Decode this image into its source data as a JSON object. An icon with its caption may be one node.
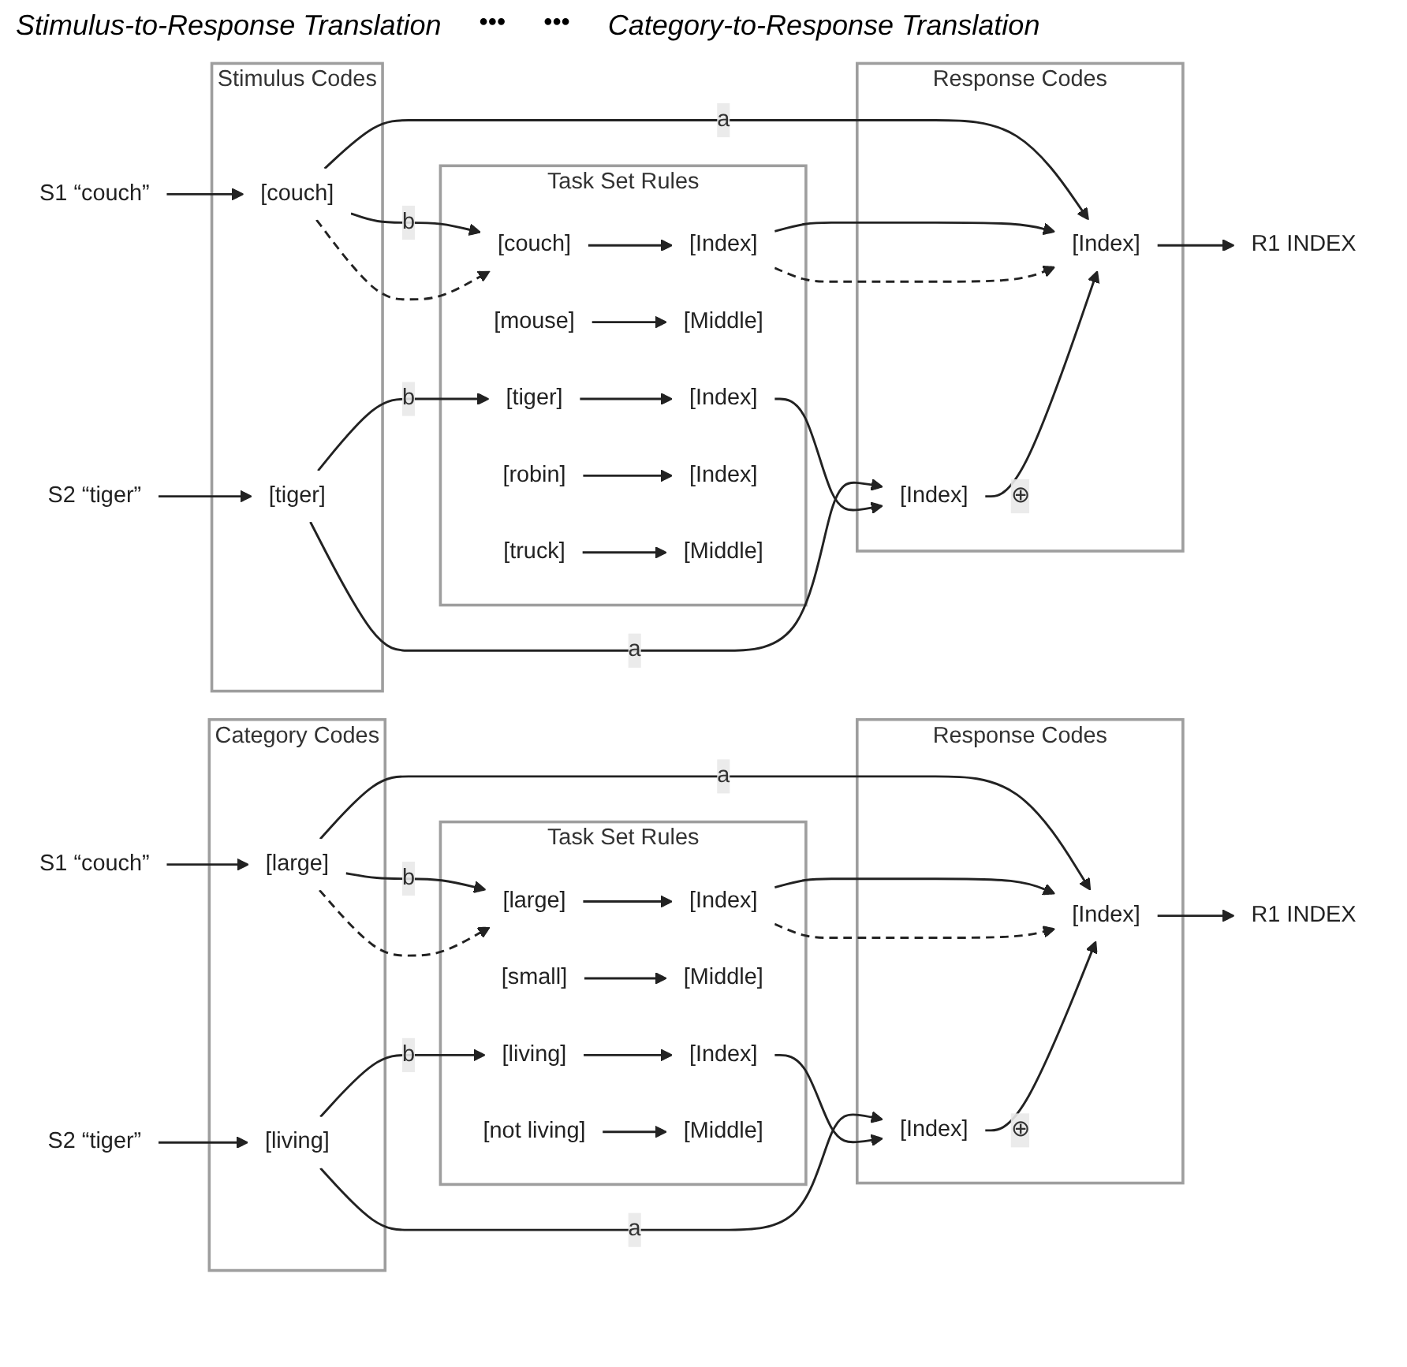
{
  "diagram": {
    "nodes": [
      {
        "text": [
          "S1 “couch”"
        ]
      },
      {
        "text": [
          "S2 “tiger”"
        ]
      },
      {
        "text": [
          "Stimulus Codes"
        ]
      },
      {
        "text": [
          "[couch]"
        ],
        "in": 2
      },
      {
        "text": [
          "[tiger]"
        ],
        "in": 2
      },
      {
        "text": [
          "Task Set Rules"
        ]
      },
      {
        "text": [
          "[couch]"
        ],
        "in": 5
      },
      {
        "text": [
          "[Index]"
        ],
        "in": 5
      },
      {
        "text": [
          "[mouse]"
        ],
        "in": 5
      },
      {
        "text": [
          "[Middle]"
        ],
        "in": 5
      },
      {
        "text": [
          "[tiger]"
        ],
        "in": 5
      },
      {
        "text": [
          "[Index]"
        ],
        "in": 5
      },
      {
        "text": [
          "[robin]"
        ],
        "in": 5
      },
      {
        "text": [
          "[Index]"
        ],
        "in": 5
      },
      {
        "text": [
          "[truck]"
        ],
        "in": 5
      },
      {
        "text": [
          "[Middle]"
        ],
        "in": 5
      },
      {
        "text": [
          "Response Codes"
        ]
      },
      {
        "text": [
          "[Index]"
        ],
        "in": 16
      },
      {
        "text": [
          "[Index]"
        ],
        "in": 16
      },
      {
        "text": [
          "R1 INDEX"
        ]
      },
      {
        "text": [
          "S1 “couch”"
        ]
      },
      {
        "text": [
          "S2 “tiger”"
        ]
      },
      {
        "text": [
          "Category Codes"
        ]
      },
      {
        "text": [
          "[large]"
        ],
        "in": 22
      },
      {
        "text": [
          "[living]"
        ],
        "in": 22
      },
      {
        "text": [
          "Task Set Rules"
        ]
      },
      {
        "text": [
          "[large]"
        ],
        "in": 25
      },
      {
        "text": [
          "[Index]"
        ],
        "in": 25
      },
      {
        "text": [
          "[small]"
        ],
        "in": 25
      },
      {
        "text": [
          "[Middle]"
        ],
        "in": 25
      },
      {
        "text": [
          "[living]"
        ],
        "in": 25
      },
      {
        "text": [
          "[Index]"
        ],
        "in": 25
      },
      {
        "text": [
          "[not living]"
        ],
        "in": 25
      },
      {
        "text": [
          "[Middle]"
        ],
        "in": 25
      },
      {
        "text": [
          "Response Codes"
        ]
      },
      {
        "text": [
          "[Index]"
        ],
        "in": 34
      },
      {
        "text": [
          "[Index]"
        ],
        "in": 34
      },
      {
        "text": [
          "R1 INDEX"
        ]
      }
    ],
    "edges": [
      {
        "from": 0,
        "to": 3,
        "arrow": "to"
      },
      {
        "from": 1,
        "to": 4,
        "arrow": "to"
      },
      {
        "from": 3,
        "to": 6,
        "arrow": "to",
        "label": "b"
      },
      {
        "from": 3,
        "to": 6,
        "arrow": "to",
        "style": "dashed"
      },
      {
        "from": 3,
        "to": 17,
        "arrow": "to",
        "label": "a"
      },
      {
        "from": 4,
        "to": 10,
        "arrow": "to",
        "label": "b"
      },
      {
        "from": 4,
        "to": 18,
        "arrow": "to",
        "label": "a"
      },
      {
        "from": 6,
        "to": 7,
        "arrow": "to"
      },
      {
        "from": 8,
        "to": 9,
        "arrow": "to"
      },
      {
        "from": 10,
        "to": 11,
        "arrow": "to"
      },
      {
        "from": 12,
        "to": 13,
        "arrow": "to"
      },
      {
        "from": 14,
        "to": 15,
        "arrow": "to"
      },
      {
        "from": 7,
        "to": 17,
        "arrow": "to"
      },
      {
        "from": 7,
        "to": 17,
        "arrow": "to",
        "style": "dashed"
      },
      {
        "from": 11,
        "to": 18,
        "arrow": "to"
      },
      {
        "from": 18,
        "to": 17,
        "arrow": "to",
        "label": "⊕"
      },
      {
        "from": 17,
        "to": 19,
        "arrow": "to"
      },
      {
        "from": 20,
        "to": 23,
        "arrow": "to"
      },
      {
        "from": 21,
        "to": 24,
        "arrow": "to"
      },
      {
        "from": 23,
        "to": 26,
        "arrow": "to",
        "label": "b"
      },
      {
        "from": 23,
        "to": 26,
        "arrow": "to",
        "style": "dashed"
      },
      {
        "from": 23,
        "to": 35,
        "arrow": "to",
        "label": "a"
      },
      {
        "from": 24,
        "to": 30,
        "arrow": "to",
        "label": "b"
      },
      {
        "from": 24,
        "to": 36,
        "arrow": "to",
        "label": "a"
      },
      {
        "from": 26,
        "to": 27,
        "arrow": "to"
      },
      {
        "from": 28,
        "to": 29,
        "arrow": "to"
      },
      {
        "from": 30,
        "to": 31,
        "arrow": "to"
      },
      {
        "from": 32,
        "to": 33,
        "arrow": "to"
      },
      {
        "from": 27,
        "to": 35,
        "arrow": "to"
      },
      {
        "from": 27,
        "to": 35,
        "arrow": "to",
        "style": "dashed"
      },
      {
        "from": 31,
        "to": 36,
        "arrow": "to"
      },
      {
        "from": 36,
        "to": 35,
        "arrow": "to",
        "label": "⊕"
      },
      {
        "from": 35,
        "to": 37,
        "arrow": "to"
      }
    ],
    "labels": [
      "Stimulus-to-Response Translation",
      "•••",
      "•••",
      "Category-to-Response Translation"
    ]
  }
}
